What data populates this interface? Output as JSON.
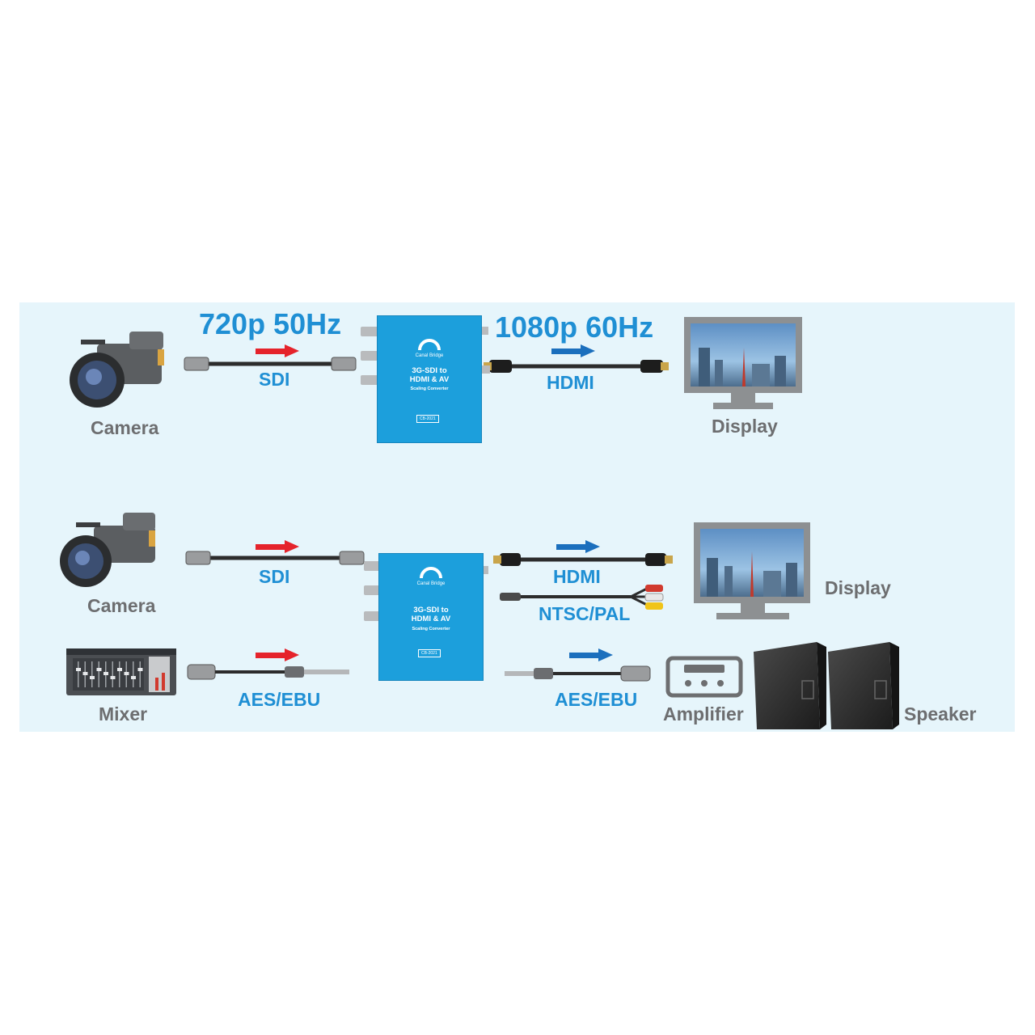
{
  "row1": {
    "input_format": "720p 50Hz",
    "output_format": "1080p 60Hz",
    "source_label": "Camera",
    "sink_label": "Display",
    "input_cable": "SDI",
    "output_cable": "HDMI"
  },
  "row2": {
    "source_label": "Camera",
    "sink_label": "Display",
    "input_cable": "SDI",
    "output_cable_1": "HDMI",
    "output_cable_2": "NTSC/PAL",
    "audio_source_label": "Mixer",
    "audio_in_cable": "AES/EBU",
    "audio_out_cable": "AES/EBU",
    "amp_label": "Amplifier",
    "speaker_label": "Speaker"
  },
  "device": {
    "brand": "Canal Bridge",
    "model_line1": "3G-SDI to",
    "model_line2": "HDMI & AV",
    "subtitle": "Scaling Converter",
    "code": "CB-2021"
  },
  "colors": {
    "panel_bg": "#e6f5fb",
    "label_gray": "#6d6e70",
    "label_blue": "#1f8fd4",
    "arrow_in": "#e5232b",
    "arrow_out": "#1b6fbd",
    "device_body": "#1c9fdc"
  }
}
